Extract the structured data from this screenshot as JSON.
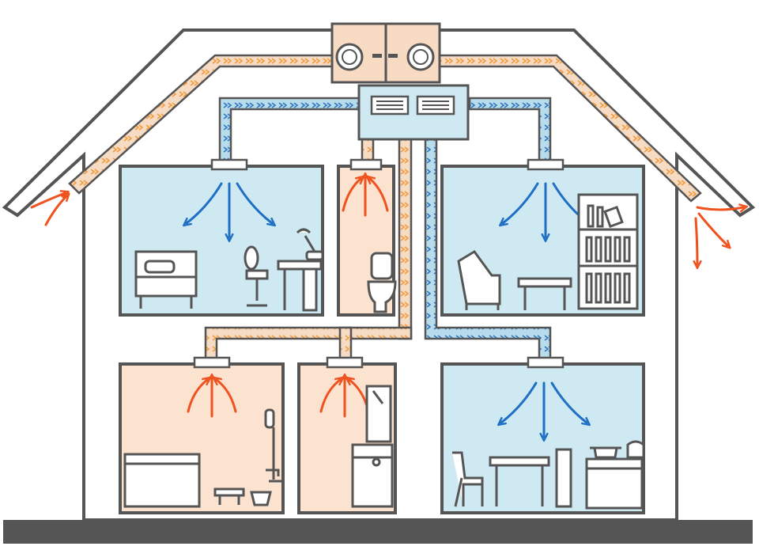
{
  "colors": {
    "outline": "#555555",
    "supply_air_room": "#cfe9f3",
    "exhaust_air_room": "#fbe3cf",
    "supply_duct": "#b9dcec",
    "supply_chevron": "#2f77c0",
    "exhaust_duct": "#f6dcc4",
    "exhaust_chevron": "#f39a3a",
    "supply_arrow": "#1f6fc5",
    "exhaust_arrow": "#f0521e",
    "ground": "#555555",
    "unit_body": "#f7dcc3",
    "unit_lower": "#cfe9f3"
  },
  "house": {
    "rooms_upper": [
      {
        "name": "bedroom",
        "air": "supply",
        "furniture": [
          "bed-icon",
          "desk-icon",
          "desk-lamp-icon",
          "desk-chair-icon"
        ]
      },
      {
        "name": "toilet",
        "air": "exhaust",
        "furniture": [
          "toilet-icon"
        ]
      },
      {
        "name": "living-room",
        "air": "supply",
        "furniture": [
          "armchair-icon",
          "side-table-icon",
          "bookshelf-icon"
        ]
      }
    ],
    "rooms_lower": [
      {
        "name": "bathroom",
        "air": "exhaust",
        "furniture": [
          "bathtub-icon",
          "shower-icon",
          "bath-stool-icon",
          "basin-icon"
        ]
      },
      {
        "name": "washroom",
        "air": "exhaust",
        "furniture": [
          "vanity-icon",
          "mirror-icon"
        ]
      },
      {
        "name": "kitchen-dining",
        "air": "supply",
        "furniture": [
          "dining-chair-icon",
          "dining-table-icon",
          "refrigerator-icon",
          "cooktop-icon",
          "pot-icon",
          "kettle-icon"
        ]
      }
    ],
    "units": [
      "heat-exchange-fan-unit",
      "supply-distribution-unit"
    ]
  }
}
